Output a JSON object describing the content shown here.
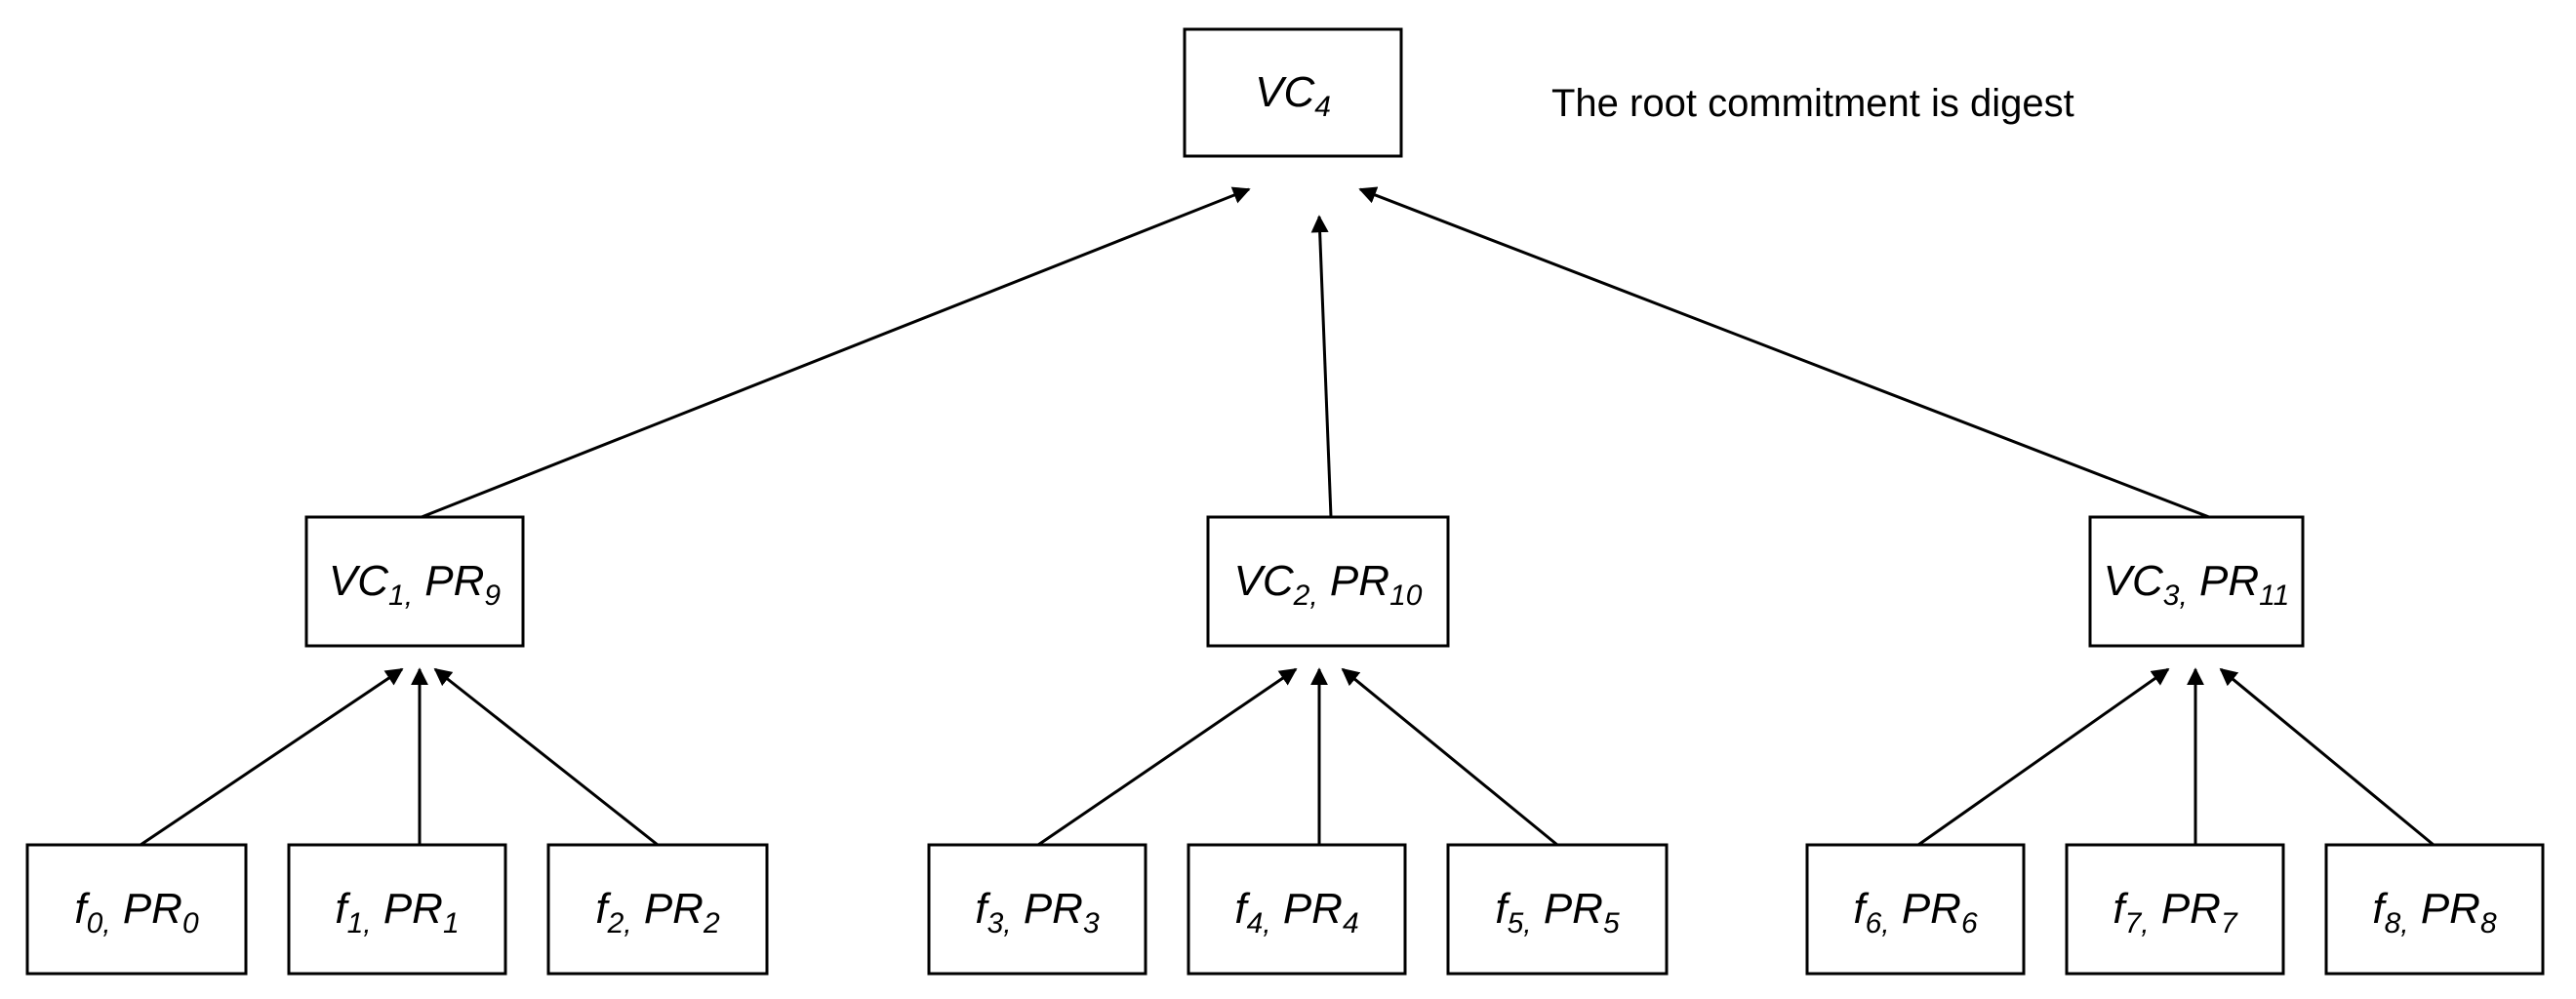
{
  "caption": "The root commitment is digest",
  "nodes": [
    {
      "id": "root",
      "parts": [
        {
          "t": "VC"
        },
        {
          "t": "4",
          "sub": true
        }
      ]
    },
    {
      "id": "m1",
      "parts": [
        {
          "t": "VC"
        },
        {
          "t": "1,",
          "sub": true
        },
        {
          "t": " PR"
        },
        {
          "t": "9",
          "sub": true
        }
      ]
    },
    {
      "id": "m2",
      "parts": [
        {
          "t": "VC"
        },
        {
          "t": "2,",
          "sub": true
        },
        {
          "t": " PR"
        },
        {
          "t": "10",
          "sub": true
        }
      ]
    },
    {
      "id": "m3",
      "parts": [
        {
          "t": "VC"
        },
        {
          "t": "3,",
          "sub": true
        },
        {
          "t": " PR"
        },
        {
          "t": "11",
          "sub": true
        }
      ]
    },
    {
      "id": "l0",
      "parts": [
        {
          "t": "f"
        },
        {
          "t": "0,",
          "sub": true
        },
        {
          "t": " PR"
        },
        {
          "t": "0",
          "sub": true
        }
      ]
    },
    {
      "id": "l1",
      "parts": [
        {
          "t": "f"
        },
        {
          "t": "1,",
          "sub": true
        },
        {
          "t": " PR"
        },
        {
          "t": "1",
          "sub": true
        }
      ]
    },
    {
      "id": "l2",
      "parts": [
        {
          "t": "f"
        },
        {
          "t": "2,",
          "sub": true
        },
        {
          "t": " PR"
        },
        {
          "t": "2",
          "sub": true
        }
      ]
    },
    {
      "id": "l3",
      "parts": [
        {
          "t": "f"
        },
        {
          "t": "3,",
          "sub": true
        },
        {
          "t": " PR"
        },
        {
          "t": "3",
          "sub": true
        }
      ]
    },
    {
      "id": "l4",
      "parts": [
        {
          "t": "f"
        },
        {
          "t": "4,",
          "sub": true
        },
        {
          "t": " PR"
        },
        {
          "t": "4",
          "sub": true
        }
      ]
    },
    {
      "id": "l5",
      "parts": [
        {
          "t": "f"
        },
        {
          "t": "5,",
          "sub": true
        },
        {
          "t": " PR"
        },
        {
          "t": "5",
          "sub": true
        }
      ]
    },
    {
      "id": "l6",
      "parts": [
        {
          "t": "f"
        },
        {
          "t": "6,",
          "sub": true
        },
        {
          "t": " PR"
        },
        {
          "t": "6",
          "sub": true
        }
      ]
    },
    {
      "id": "l7",
      "parts": [
        {
          "t": "f"
        },
        {
          "t": "7,",
          "sub": true
        },
        {
          "t": " PR"
        },
        {
          "t": "7",
          "sub": true
        }
      ]
    },
    {
      "id": "l8",
      "parts": [
        {
          "t": "f"
        },
        {
          "t": "8,",
          "sub": true
        },
        {
          "t": " PR"
        },
        {
          "t": "8",
          "sub": true
        }
      ]
    }
  ],
  "edges": [
    {
      "from": "m1",
      "to": "root"
    },
    {
      "from": "m2",
      "to": "root"
    },
    {
      "from": "m3",
      "to": "root"
    },
    {
      "from": "l0",
      "to": "m1"
    },
    {
      "from": "l1",
      "to": "m1"
    },
    {
      "from": "l2",
      "to": "m1"
    },
    {
      "from": "l3",
      "to": "m2"
    },
    {
      "from": "l4",
      "to": "m2"
    },
    {
      "from": "l5",
      "to": "m2"
    },
    {
      "from": "l6",
      "to": "m3"
    },
    {
      "from": "l7",
      "to": "m3"
    },
    {
      "from": "l8",
      "to": "m3"
    }
  ]
}
